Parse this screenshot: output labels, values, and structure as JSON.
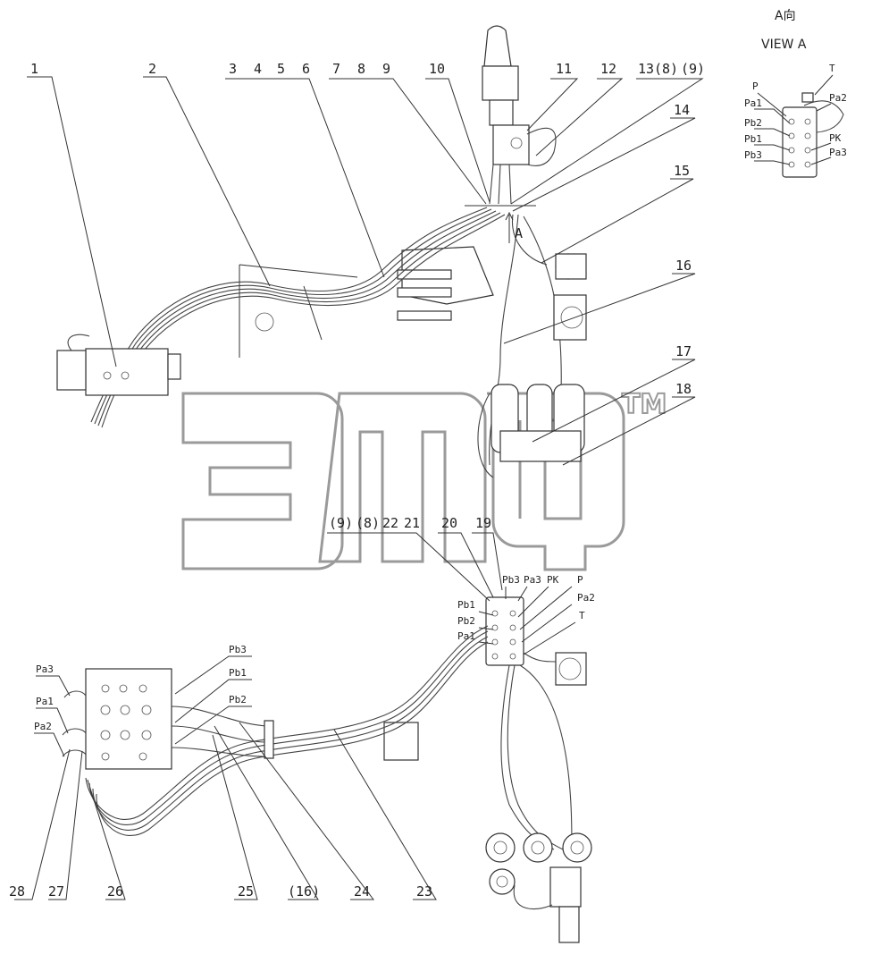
{
  "view": {
    "header_cn": "A向",
    "header_en": "VIEW A",
    "ports": [
      "P",
      "Pa1",
      "Pb2",
      "Pb1",
      "Pb3",
      "T",
      "Pa2",
      "PK",
      "Pa3"
    ]
  },
  "callouts_top": [
    {
      "id": "c1",
      "text": "1"
    },
    {
      "id": "c2",
      "text": "2"
    },
    {
      "id": "c3",
      "text": "3"
    },
    {
      "id": "c4",
      "text": "4"
    },
    {
      "id": "c5",
      "text": "5"
    },
    {
      "id": "c6",
      "text": "6"
    },
    {
      "id": "c7",
      "text": "7"
    },
    {
      "id": "c8",
      "text": "8"
    },
    {
      "id": "c9",
      "text": "9"
    },
    {
      "id": "c10",
      "text": "10"
    },
    {
      "id": "c11",
      "text": "11"
    },
    {
      "id": "c12",
      "text": "12"
    },
    {
      "id": "c13",
      "text": "13"
    },
    {
      "id": "c13b",
      "text": "(8)"
    },
    {
      "id": "c13c",
      "text": "(9)"
    },
    {
      "id": "c14",
      "text": "14"
    },
    {
      "id": "c15",
      "text": "15"
    },
    {
      "id": "c16",
      "text": "16"
    },
    {
      "id": "c17",
      "text": "17"
    },
    {
      "id": "c18",
      "text": "18"
    }
  ],
  "callouts_mid": [
    {
      "id": "m9",
      "text": "(9)"
    },
    {
      "id": "m8",
      "text": "(8)"
    },
    {
      "id": "m22",
      "text": "22"
    },
    {
      "id": "m21",
      "text": "21"
    },
    {
      "id": "m20",
      "text": "20"
    },
    {
      "id": "m19",
      "text": "19"
    }
  ],
  "callouts_bottom": [
    {
      "id": "b28",
      "text": "28"
    },
    {
      "id": "b27",
      "text": "27"
    },
    {
      "id": "b26",
      "text": "26"
    },
    {
      "id": "b25",
      "text": "25"
    },
    {
      "id": "b16",
      "text": "(16)"
    },
    {
      "id": "b24",
      "text": "24"
    },
    {
      "id": "b23",
      "text": "23"
    }
  ],
  "arrow_label": "A",
  "valve_ports": {
    "pb3": "Pb3",
    "pa3": "Pa3",
    "pk": "PK",
    "p": "P",
    "pa2": "Pa2",
    "t": "T",
    "pb1": "Pb1",
    "pb2": "Pb2",
    "pa1": "Pa1"
  },
  "left_block_ports": {
    "pa3": "Pa3",
    "pa1": "Pa1",
    "pa2": "Pa2",
    "pb3": "Pb3",
    "pb1": "Pb1",
    "pb2": "Pb2"
  },
  "watermark": {
    "tm": "TM"
  }
}
